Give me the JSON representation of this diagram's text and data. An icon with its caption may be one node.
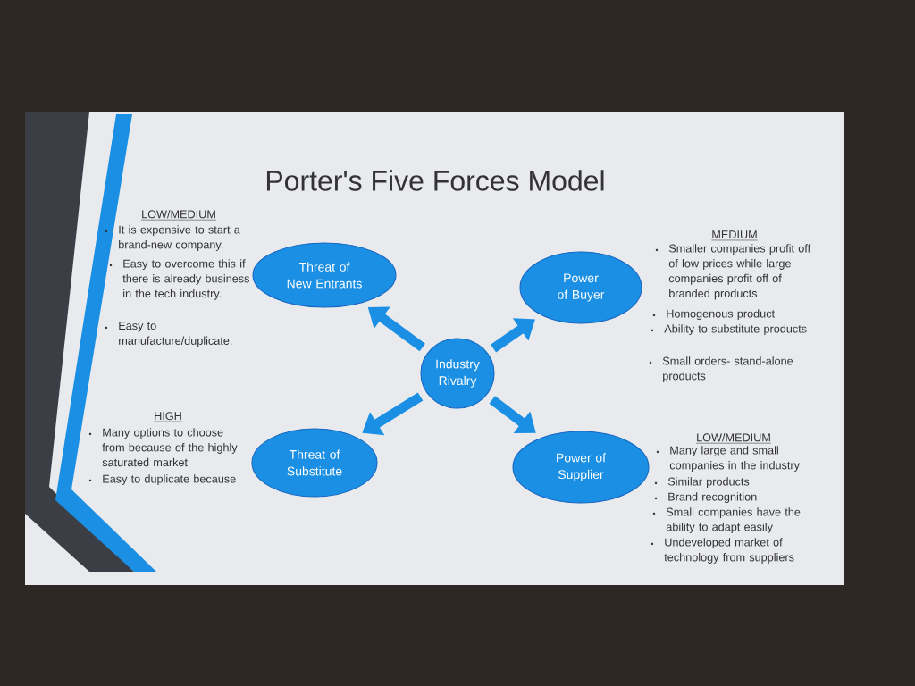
{
  "diagram": {
    "title": "Porter's Five Forces Model",
    "nodes": [
      {
        "text": [
          "Industry Rivalry"
        ]
      },
      {
        "text": [
          "Threat of New Entrants"
        ]
      },
      {
        "text": [
          "Power of Buyer"
        ]
      },
      {
        "text": [
          "Threat of Substitute"
        ]
      },
      {
        "text": [
          "Power of Supplier"
        ]
      }
    ],
    "edges": [
      {
        "from": 0,
        "to": 1,
        "arrow": "to"
      },
      {
        "from": 0,
        "to": 2,
        "arrow": "to"
      },
      {
        "from": 0,
        "to": 3,
        "arrow": "to"
      },
      {
        "from": 0,
        "to": 4,
        "arrow": "to"
      }
    ],
    "labels": [
      "LOW/MEDIUM",
      "It is expensive to start a brand-new company.",
      "Easy to overcome this if there is already business in the tech industry.",
      "Easy to manufacture/duplicate.",
      "HIGH",
      "Many options to choose from because of the highly saturated market",
      "Easy to duplicate because",
      "MEDIUM",
      "Smaller companies profit off of low prices while large companies profit off of branded products",
      "Homogenous product",
      "Ability to substitute products",
      "Small orders- stand-alone products",
      "LOW/MEDIUM",
      "Many large and small companies in the industry",
      "Similar products",
      "Brand recognition",
      "Small companies have the ability to adapt easily",
      "Undeveloped market of technology from suppliers"
    ]
  }
}
